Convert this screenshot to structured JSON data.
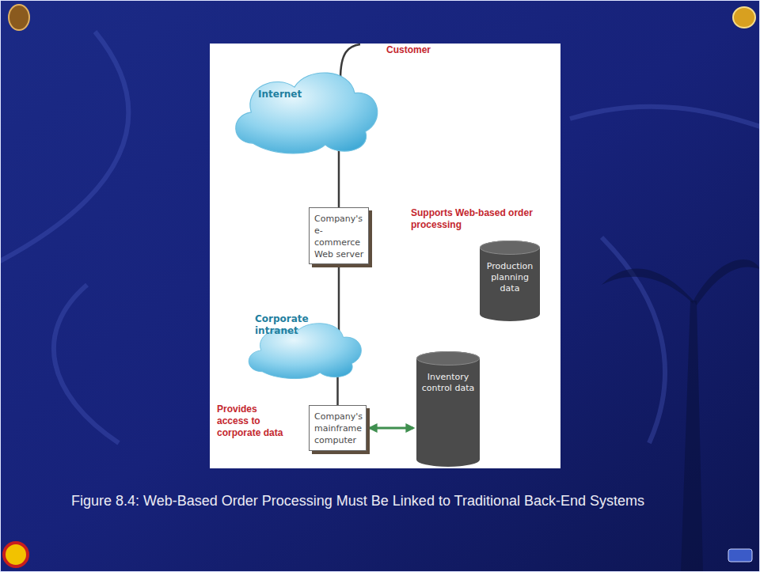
{
  "diagram": {
    "caption": "Figure 8.4: Web-Based Order Processing Must Be Linked to Traditional Back-End Systems",
    "nodes": [
      {
        "text": [
          "Internet"
        ]
      },
      {
        "text": [
          "Company's e-commerce Web server"
        ]
      },
      {
        "text": [
          "Corporate intranet"
        ]
      },
      {
        "text": [
          "Company's mainframe computer"
        ]
      },
      {
        "text": [
          "Production planning data"
        ]
      },
      {
        "text": [
          "Inventory control data"
        ]
      }
    ],
    "edges": [
      {
        "from": 0,
        "to": 1,
        "arrow": "none"
      },
      {
        "from": 1,
        "to": 2,
        "arrow": "none"
      },
      {
        "from": 2,
        "to": 3,
        "arrow": "none"
      },
      {
        "from": 3,
        "to": 5,
        "arrow": "both"
      }
    ],
    "labels": [
      "Customer",
      "Supports Web-based order processing",
      "Provides access to corporate data"
    ]
  }
}
